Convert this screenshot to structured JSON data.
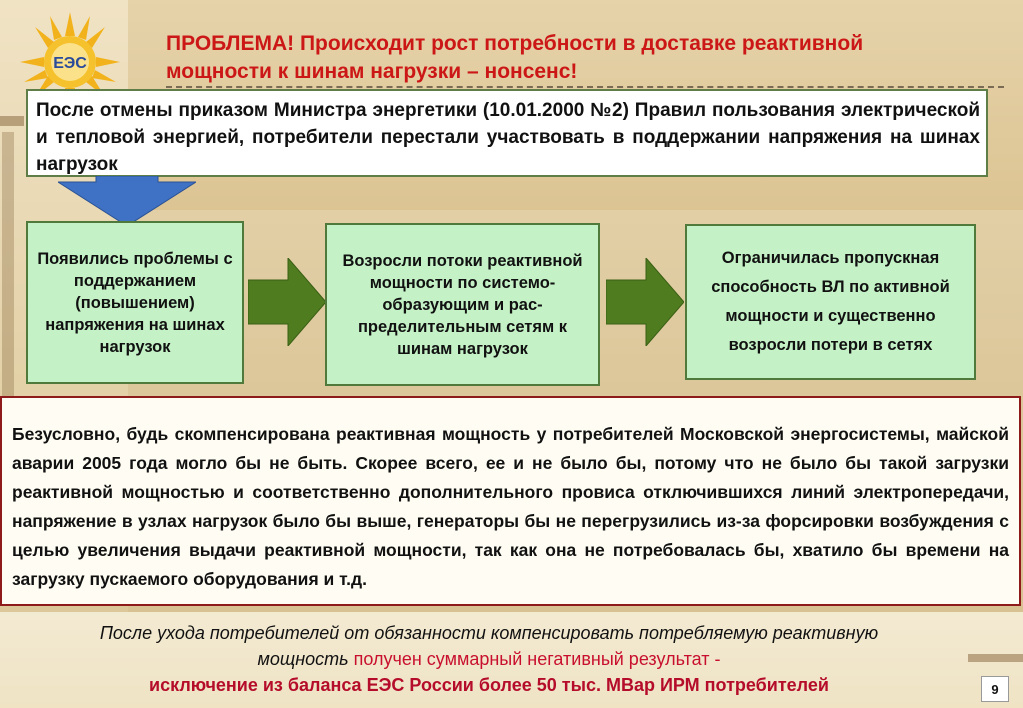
{
  "logo": {
    "text": "ЕЭС"
  },
  "title": {
    "line1": "ПРОБЛЕМА! Происходит рост потребности в доставке реактивной",
    "line2": "мощности к шинам нагрузки – нонсенс!"
  },
  "top_box": {
    "text": "После отмены приказом Министра энергетики (10.01.2000 №2) Правил пользования электрической и тепловой энергией, потребители перестали участвовать в поддержании напряжения на шинах нагрузок"
  },
  "flow": [
    {
      "text": "Появились проблемы с поддержанием (повышением) напряжения на шинах нагрузок"
    },
    {
      "text": "Возросли потоки реактивной мощности по системо-образующим и рас-пределительным сетям к шинам нагрузок"
    },
    {
      "text": "Ограничилась пропускная способность ВЛ по активной мощности и существенно возросли потери в сетях"
    }
  ],
  "mid_box": {
    "text": "Безусловно, будь скомпенсирована реактивная мощность у потребителей Московской энергосистемы, майской аварии 2005 года могло бы не быть. Скорее всего, ее и не было бы, потому что не было бы такой загрузки реактивной мощностью и соответственно дополнительного провиса отключившихся линий электропередачи, напряжение в узлах нагрузок было бы выше, генераторы бы не перегрузились из-за форсировки возбуждения с целью увеличения выдачи реактивной мощности, так как она не потребовалась бы, хватило бы времени на загрузку пускаемого оборудования и т.д."
  },
  "bottom": {
    "line1": "После  ухода потребителей от обязанности компенсировать потребляемую реактивную",
    "line2_italic": "мощность",
    "line2_red": " получен  суммарный негативный результат  -",
    "line3": "исключение из баланса ЕЭС России более 50 тыс. МВар ИРМ потребителей"
  },
  "page_number": "9",
  "colors": {
    "title_red": "#cc1717",
    "flow_box_fill": "#c4f2c6",
    "arrow_green": "#4e7c1f",
    "down_arrow_blue": "#3f72c4",
    "mid_box_border": "#8e1a1a"
  }
}
